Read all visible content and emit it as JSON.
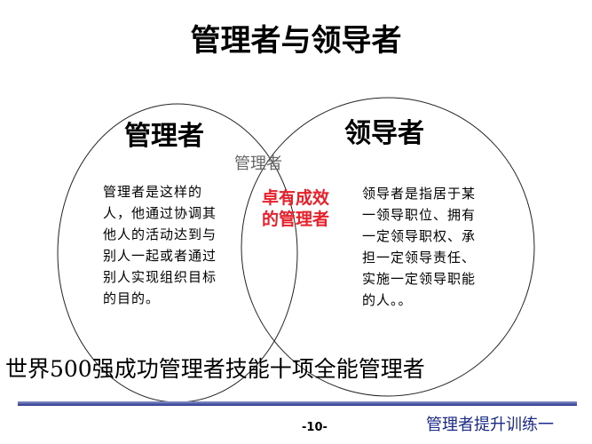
{
  "title": "管理者与领导者",
  "left_circle": {
    "heading": "管理者",
    "text": "管理者是这样的人，他通过协调其他人的活动达到与别人一起或者通过别人实现组织目标的目的。"
  },
  "right_circle": {
    "heading": "领导者",
    "text": "领导者是指居于某一领导职位、拥有一定领导职权、承担一定领导责任、实施一定领导职能的人。。"
  },
  "intersection": {
    "label_top": "管理者",
    "label": "卓有成效的管理者"
  },
  "watermark": "世界500强成功管理者技能十项全能管理者",
  "footer": {
    "page": "-10-",
    "course": "管理者提升训练一"
  },
  "colors": {
    "accent": "#e8202a",
    "footer": "#1a2a8a"
  }
}
